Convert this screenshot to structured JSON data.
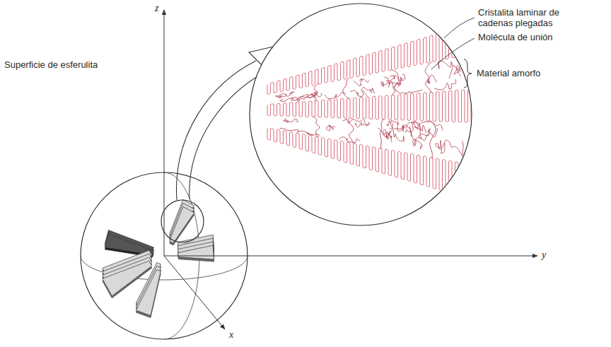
{
  "diagram": {
    "labels": [
      "z",
      "Cristalita laminar de cadenas plegadas",
      "Molécula de unión",
      "Material amorfo",
      "Superficie de esferulita",
      "y",
      "x"
    ]
  }
}
